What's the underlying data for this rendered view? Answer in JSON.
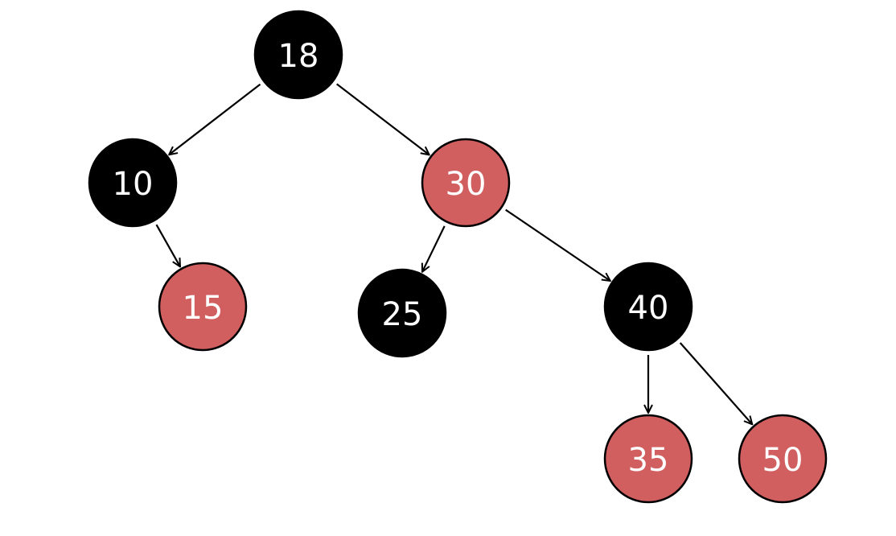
{
  "colors": {
    "black": "#000000",
    "red": "#d25f5f",
    "edge": "#000000",
    "label": "#ffffff"
  },
  "tree": {
    "nodes": [
      {
        "id": "n18",
        "label": "18",
        "color": "black"
      },
      {
        "id": "n10",
        "label": "10",
        "color": "black"
      },
      {
        "id": "n30",
        "label": "30",
        "color": "red"
      },
      {
        "id": "n15",
        "label": "15",
        "color": "red"
      },
      {
        "id": "n25",
        "label": "25",
        "color": "black"
      },
      {
        "id": "n40",
        "label": "40",
        "color": "black"
      },
      {
        "id": "n35",
        "label": "35",
        "color": "red"
      },
      {
        "id": "n50",
        "label": "50",
        "color": "red"
      }
    ],
    "edges": [
      {
        "from": "n18",
        "to": "n10"
      },
      {
        "from": "n18",
        "to": "n30"
      },
      {
        "from": "n10",
        "to": "n15"
      },
      {
        "from": "n30",
        "to": "n25"
      },
      {
        "from": "n30",
        "to": "n40"
      },
      {
        "from": "n40",
        "to": "n35"
      },
      {
        "from": "n40",
        "to": "n50"
      }
    ]
  }
}
